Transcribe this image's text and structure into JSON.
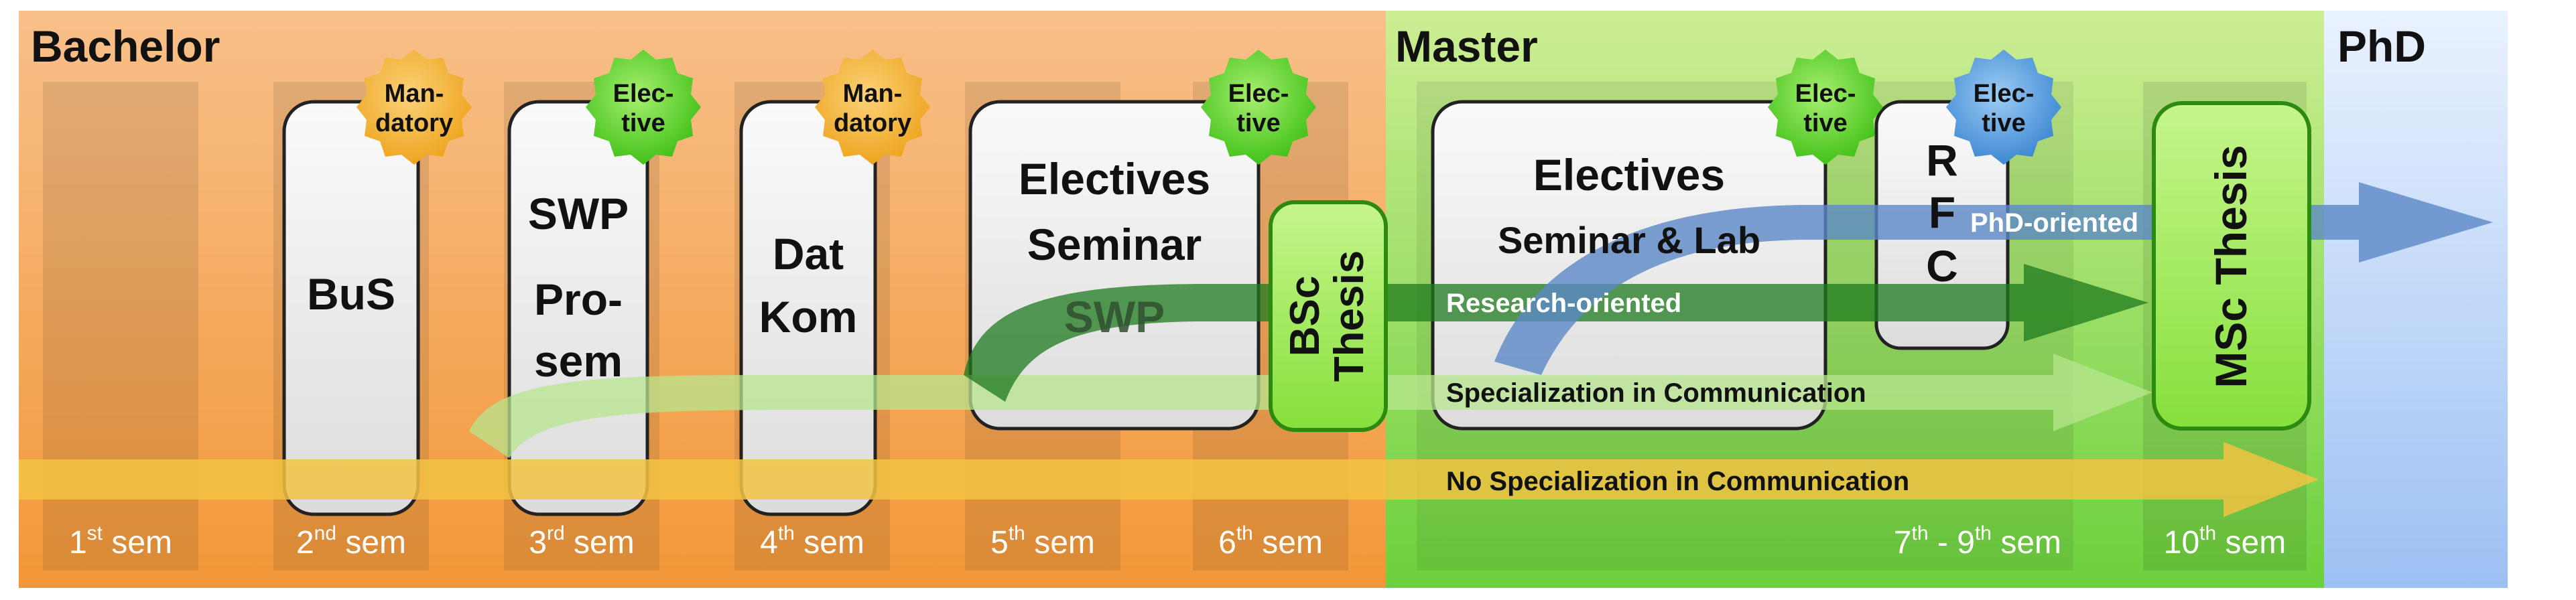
{
  "colors": {
    "bachelor_top": "#f7b97e",
    "bachelor_bottom": "#f39a3c",
    "master_top": "#c9ec8d",
    "master_bottom": "#6fd23f",
    "phd_top": "#e6f0ff",
    "phd_bottom": "#9fc3f5",
    "mandatory_badge": "#f7b531",
    "elective_badge": "#6ed531",
    "rfc_badge": "#5aa6e6",
    "arrow_yellow": "#f2c343",
    "arrow_light_green": "#a6e078",
    "arrow_dark_green": "#1e7a1e",
    "arrow_blue": "#5b88c6",
    "thesis_fill": "#a8ee5a",
    "thesis_stroke": "#2c8a10"
  },
  "phases": {
    "bachelor": "Bachelor",
    "master": "Master",
    "phd": "PhD"
  },
  "semesters": [
    {
      "num": "1",
      "sup": "st",
      "word": "sem"
    },
    {
      "num": "2",
      "sup": "nd",
      "word": "sem"
    },
    {
      "num": "3",
      "sup": "rd",
      "word": "sem"
    },
    {
      "num": "4",
      "sup": "th",
      "word": "sem"
    },
    {
      "num": "5",
      "sup": "th",
      "word": "sem"
    },
    {
      "num": "6",
      "sup": "th",
      "word": "sem"
    },
    {
      "num": "10",
      "sup": "th",
      "word": "sem"
    }
  ],
  "sem_range": {
    "from": "7",
    "from_sup": "th",
    "sep": " - ",
    "to": "9",
    "to_sup": "th",
    "word": "sem"
  },
  "modules": {
    "bus": "BuS",
    "swp_line1": "SWP",
    "swp_line2": "Pro-",
    "swp_line3": "sem",
    "datkom_line1": "Dat",
    "datkom_line2": "Kom",
    "bsc_electives": "Electives",
    "bsc_seminar": "Seminar",
    "bsc_swp": "SWP",
    "bsc_thesis_line1": "BSc",
    "bsc_thesis_line2": "Thesis",
    "msc_electives": "Electives",
    "msc_seminar_lab": "Seminar & Lab",
    "rfc_r": "R",
    "rfc_f": "F",
    "rfc_c": "C",
    "msc_thesis": "MSc Thesis"
  },
  "badges": {
    "mandatory_line1": "Man-",
    "mandatory_line2": "datory",
    "elective_line1": "Elec-",
    "elective_line2": "tive"
  },
  "tracks": {
    "phd": "PhD-oriented",
    "research": "Research-oriented",
    "specialization": "Specialization in Communication",
    "none": "No Specialization in Communication"
  }
}
